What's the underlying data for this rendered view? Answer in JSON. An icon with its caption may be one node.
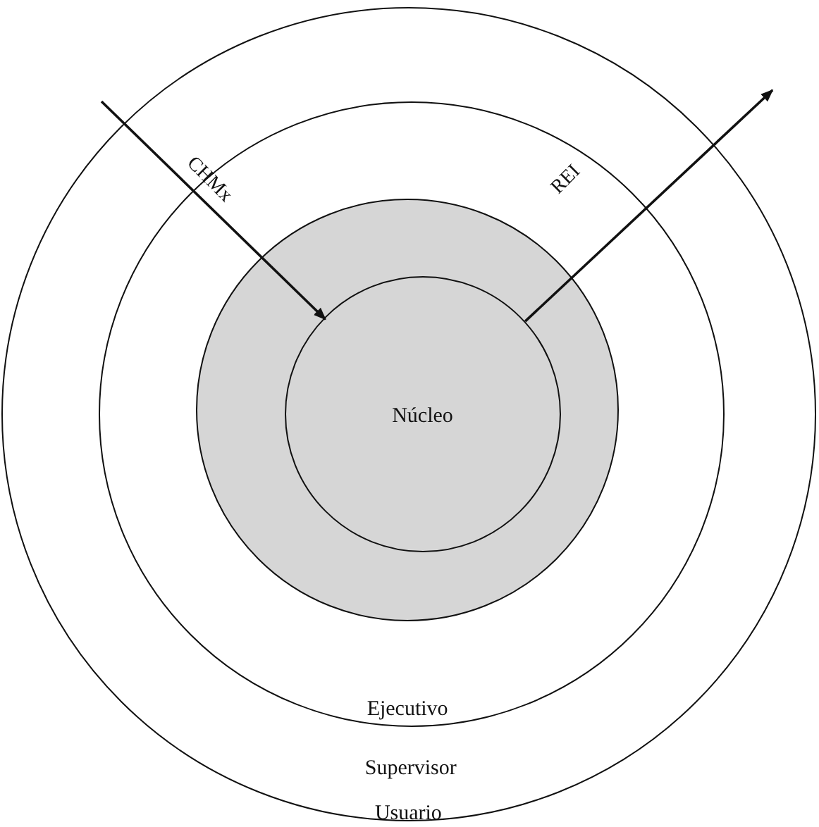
{
  "diagram": {
    "nodes": [
      {
        "text": [
          "Usuario"
        ]
      },
      {
        "text": [
          "Supervisor"
        ],
        "in": 0
      },
      {
        "text": [
          "Ejecutivo"
        ],
        "in": 1
      },
      {
        "text": [
          "Núcleo"
        ],
        "in": 2
      }
    ],
    "edges": [
      {
        "from": null,
        "to": 3,
        "arrow": "to",
        "label": "CHMx"
      },
      {
        "from": 3,
        "to": null,
        "arrow": "to",
        "label": "REI"
      }
    ]
  }
}
